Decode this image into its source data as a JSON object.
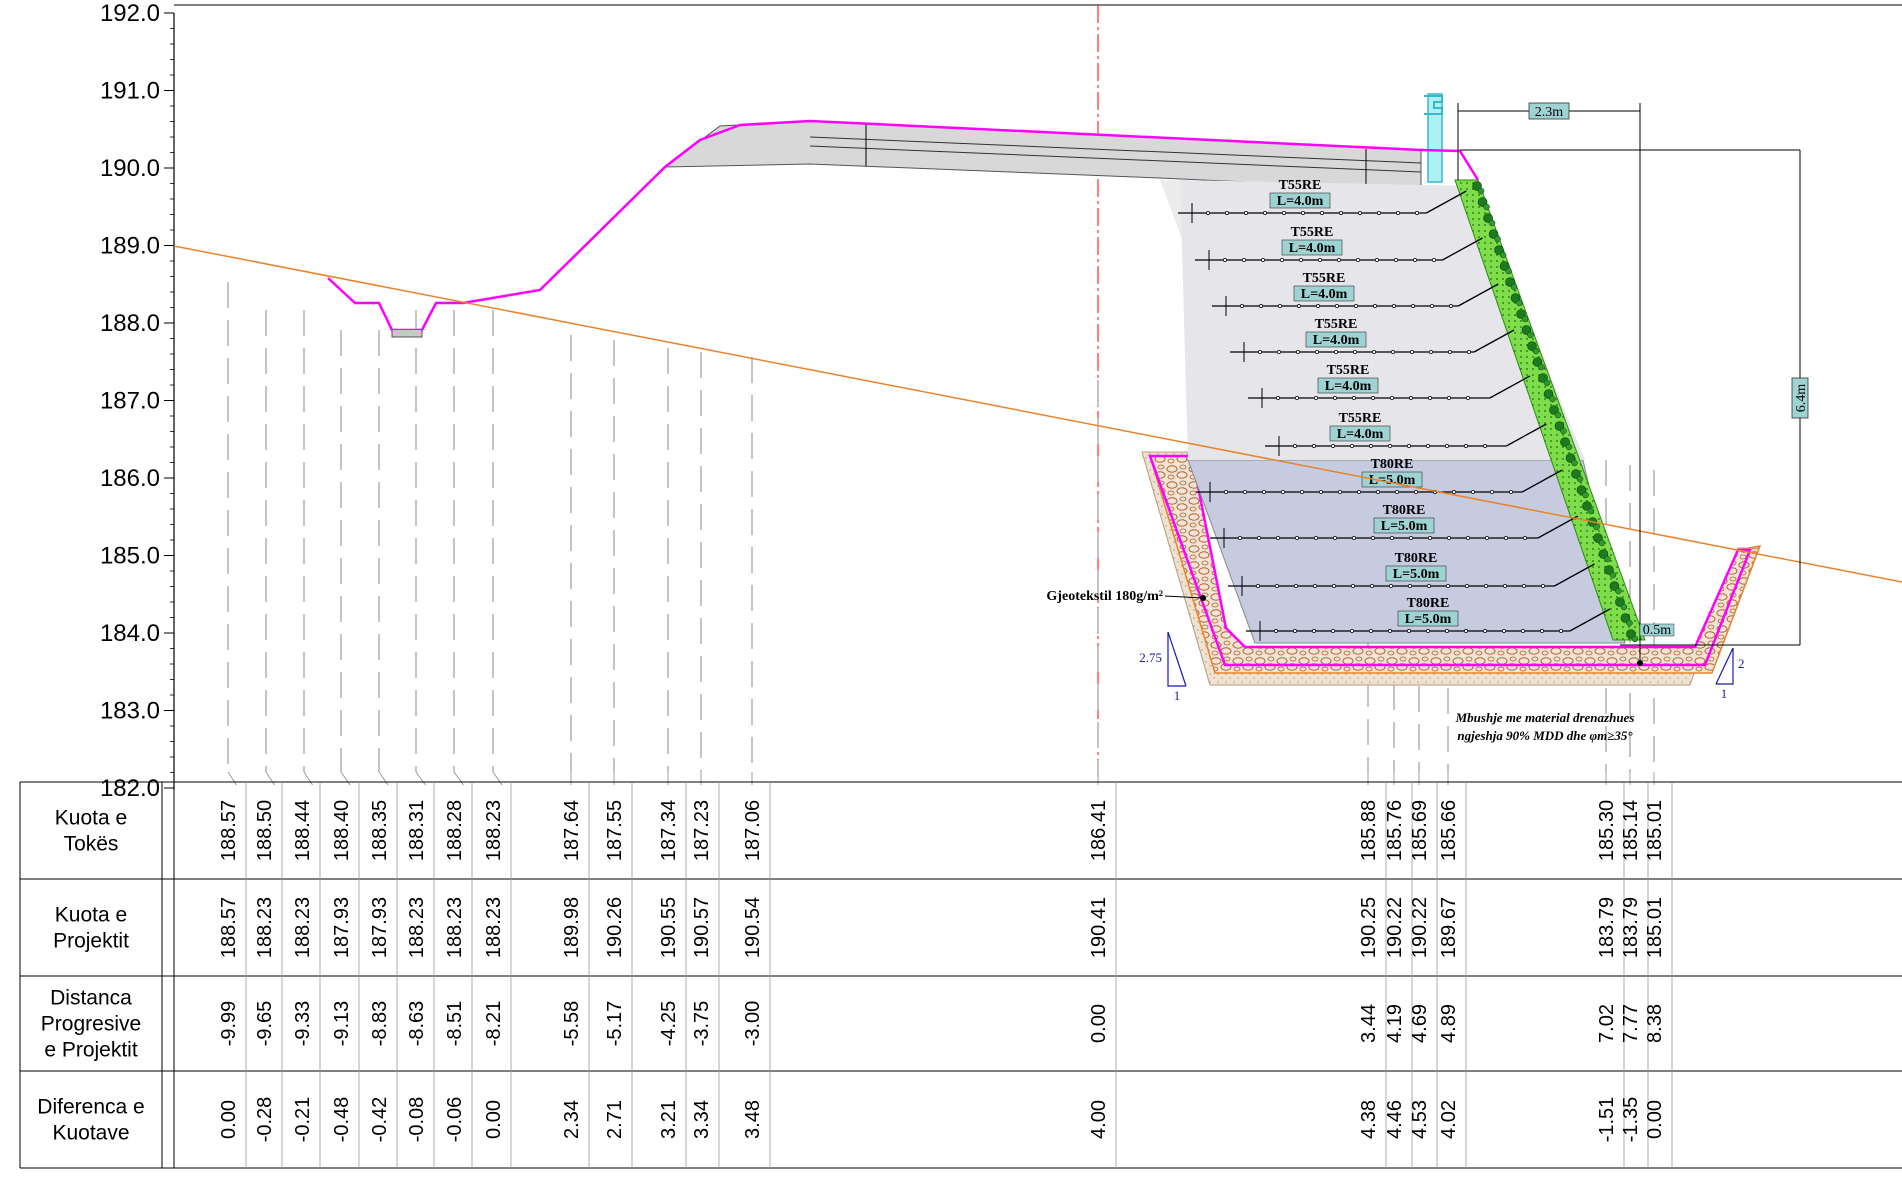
{
  "y_axis": {
    "ticks": [
      "192.0",
      "191.0",
      "190.0",
      "189.0",
      "188.0",
      "187.0",
      "186.0",
      "185.0",
      "184.0",
      "183.0",
      "182.0"
    ]
  },
  "layers": [
    {
      "type": "T55RE",
      "length": "L=4.0m"
    },
    {
      "type": "T55RE",
      "length": "L=4.0m"
    },
    {
      "type": "T55RE",
      "length": "L=4.0m"
    },
    {
      "type": "T55RE",
      "length": "L=4.0m"
    },
    {
      "type": "T55RE",
      "length": "L=4.0m"
    },
    {
      "type": "T55RE",
      "length": "L=4.0m"
    },
    {
      "type": "T80RE",
      "length": "L=5.0m"
    },
    {
      "type": "T80RE",
      "length": "L=5.0m"
    },
    {
      "type": "T80RE",
      "length": "L=5.0m"
    },
    {
      "type": "T80RE",
      "length": "L=5.0m"
    }
  ],
  "annotations": {
    "geotextile": "Gjeotekstil 180g/m²",
    "dim_width": "2.3m",
    "dim_height": "6.4m",
    "fill_note_1": "Mbushje me material drenazhues",
    "fill_note_2": "ngjeshja 90% MDD dhe φm≥35°",
    "slope_left_v": "2.75",
    "slope_left_h": "1",
    "slope_right_v": "2",
    "slope_right_h": "1",
    "small_dim": "0.5m"
  },
  "colors": {
    "design_line": "#ff00ff",
    "terrain_line": "#e8832a",
    "axis_line": "#ff0000",
    "facing_green": "#66cc33",
    "gravel": "#d9c4a8",
    "reinforced_zone": "#c7cbe0",
    "road_body": "#d8d8d8",
    "dim_box": "#9fd3d3"
  },
  "table": {
    "row_headers": [
      [
        "Kuota e",
        "Tokës"
      ],
      [
        "Kuota e",
        "Projektit"
      ],
      [
        "Distanca",
        "Progresive",
        "e Projektit"
      ],
      [
        "Diferenca e",
        "Kuotave"
      ]
    ],
    "columns": [
      {
        "ground": "188.57",
        "design": "188.57",
        "distance": "-9.99",
        "diff": "0.00"
      },
      {
        "ground": "188.50",
        "design": "188.23",
        "distance": "-9.65",
        "diff": "-0.28"
      },
      {
        "ground": "188.44",
        "design": "188.23",
        "distance": "-9.33",
        "diff": "-0.21"
      },
      {
        "ground": "188.40",
        "design": "187.93",
        "distance": "-9.13",
        "diff": "-0.48"
      },
      {
        "ground": "188.35",
        "design": "187.93",
        "distance": "-8.83",
        "diff": "-0.42"
      },
      {
        "ground": "188.31",
        "design": "188.23",
        "distance": "-8.63",
        "diff": "-0.08"
      },
      {
        "ground": "188.28",
        "design": "188.23",
        "distance": "-8.51",
        "diff": "-0.06"
      },
      {
        "ground": "188.23",
        "design": "188.23",
        "distance": "-8.21",
        "diff": "0.00"
      },
      {
        "ground": "187.64",
        "design": "189.98",
        "distance": "-5.58",
        "diff": "2.34"
      },
      {
        "ground": "187.55",
        "design": "190.26",
        "distance": "-5.17",
        "diff": "2.71"
      },
      {
        "ground": "187.34",
        "design": "190.55",
        "distance": "-4.25",
        "diff": "3.21"
      },
      {
        "ground": "187.23",
        "design": "190.57",
        "distance": "-3.75",
        "diff": "3.34"
      },
      {
        "ground": "187.06",
        "design": "190.54",
        "distance": "-3.00",
        "diff": "3.48"
      },
      {
        "ground": "186.41",
        "design": "190.41",
        "distance": "0.00",
        "diff": "4.00"
      },
      {
        "ground": "185.88",
        "design": "190.25",
        "distance": "3.44",
        "diff": "4.38"
      },
      {
        "ground": "185.76",
        "design": "190.22",
        "distance": "4.19",
        "diff": "4.46"
      },
      {
        "ground": "185.69",
        "design": "190.22",
        "distance": "4.69",
        "diff": "4.53"
      },
      {
        "ground": "185.66",
        "design": "189.67",
        "distance": "4.89",
        "diff": "4.02"
      },
      {
        "ground": "185.30",
        "design": "183.79",
        "distance": "7.02",
        "diff": "-1.51"
      },
      {
        "ground": "185.14",
        "design": "183.79",
        "distance": "7.77",
        "diff": "-1.35"
      },
      {
        "ground": "185.01",
        "design": "185.01",
        "distance": "8.38",
        "diff": "0.00"
      }
    ]
  }
}
